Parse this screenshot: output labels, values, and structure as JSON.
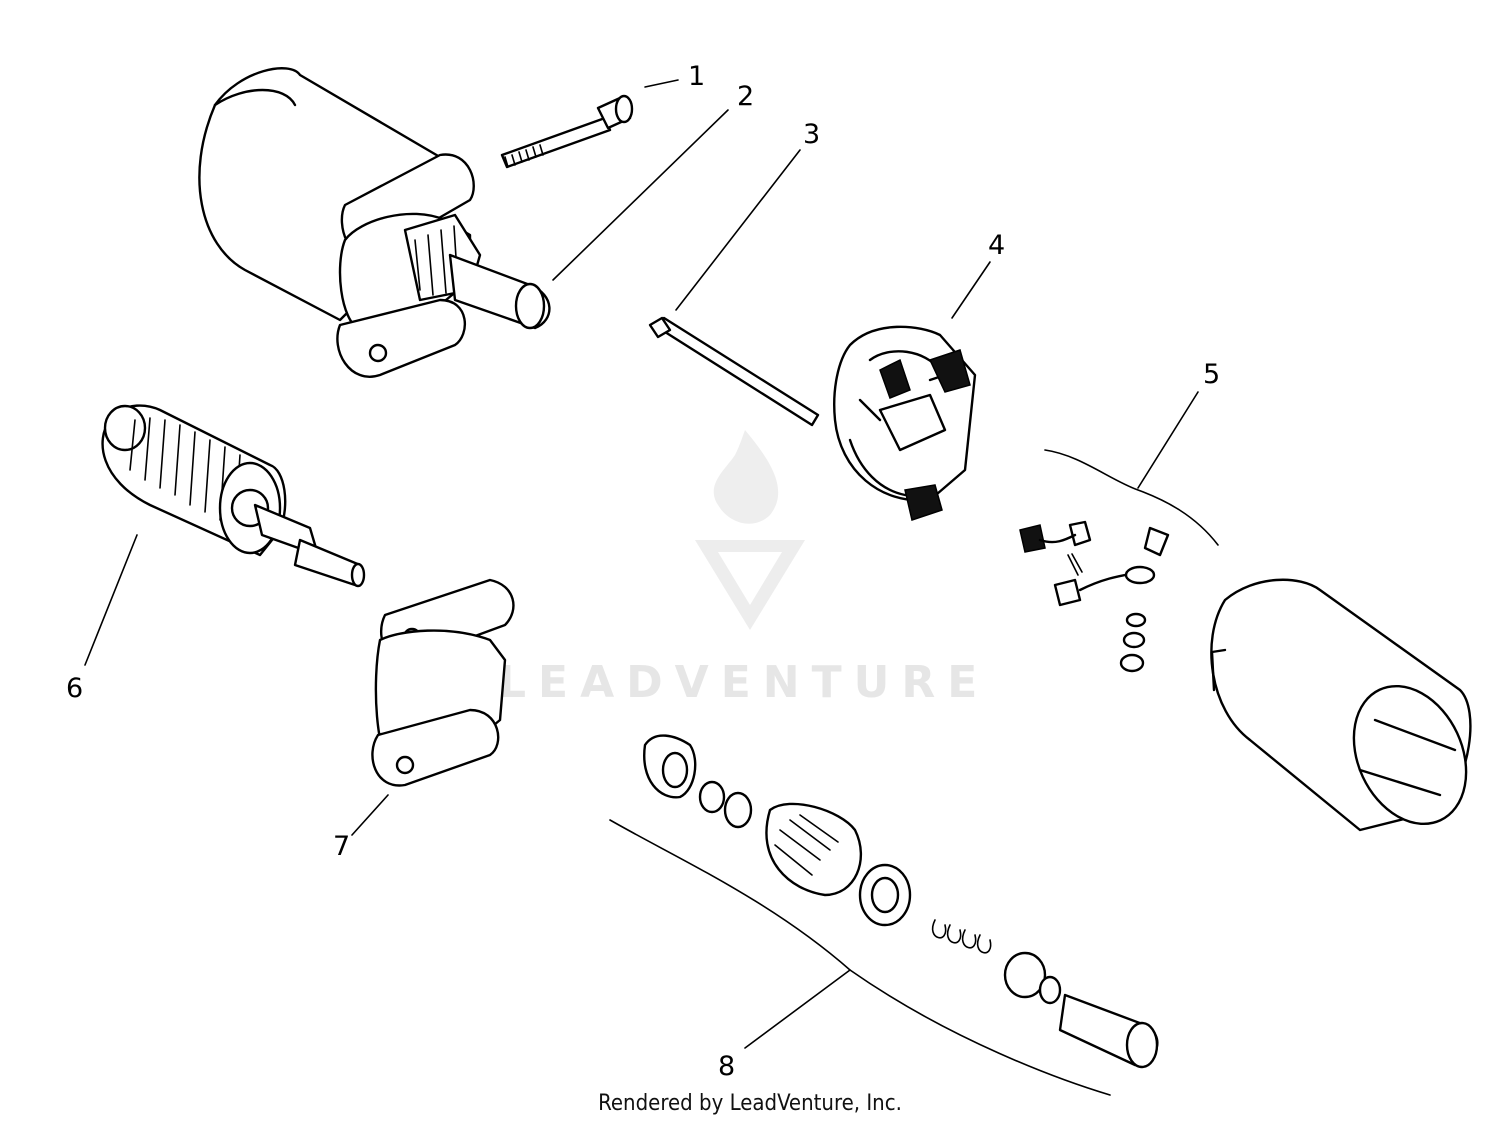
{
  "diagram": {
    "callouts": [
      "1",
      "2",
      "3",
      "4",
      "5",
      "6",
      "7",
      "8"
    ],
    "watermark": "LEADVENTURE",
    "footer": "Rendered by LeadVenture, Inc."
  }
}
